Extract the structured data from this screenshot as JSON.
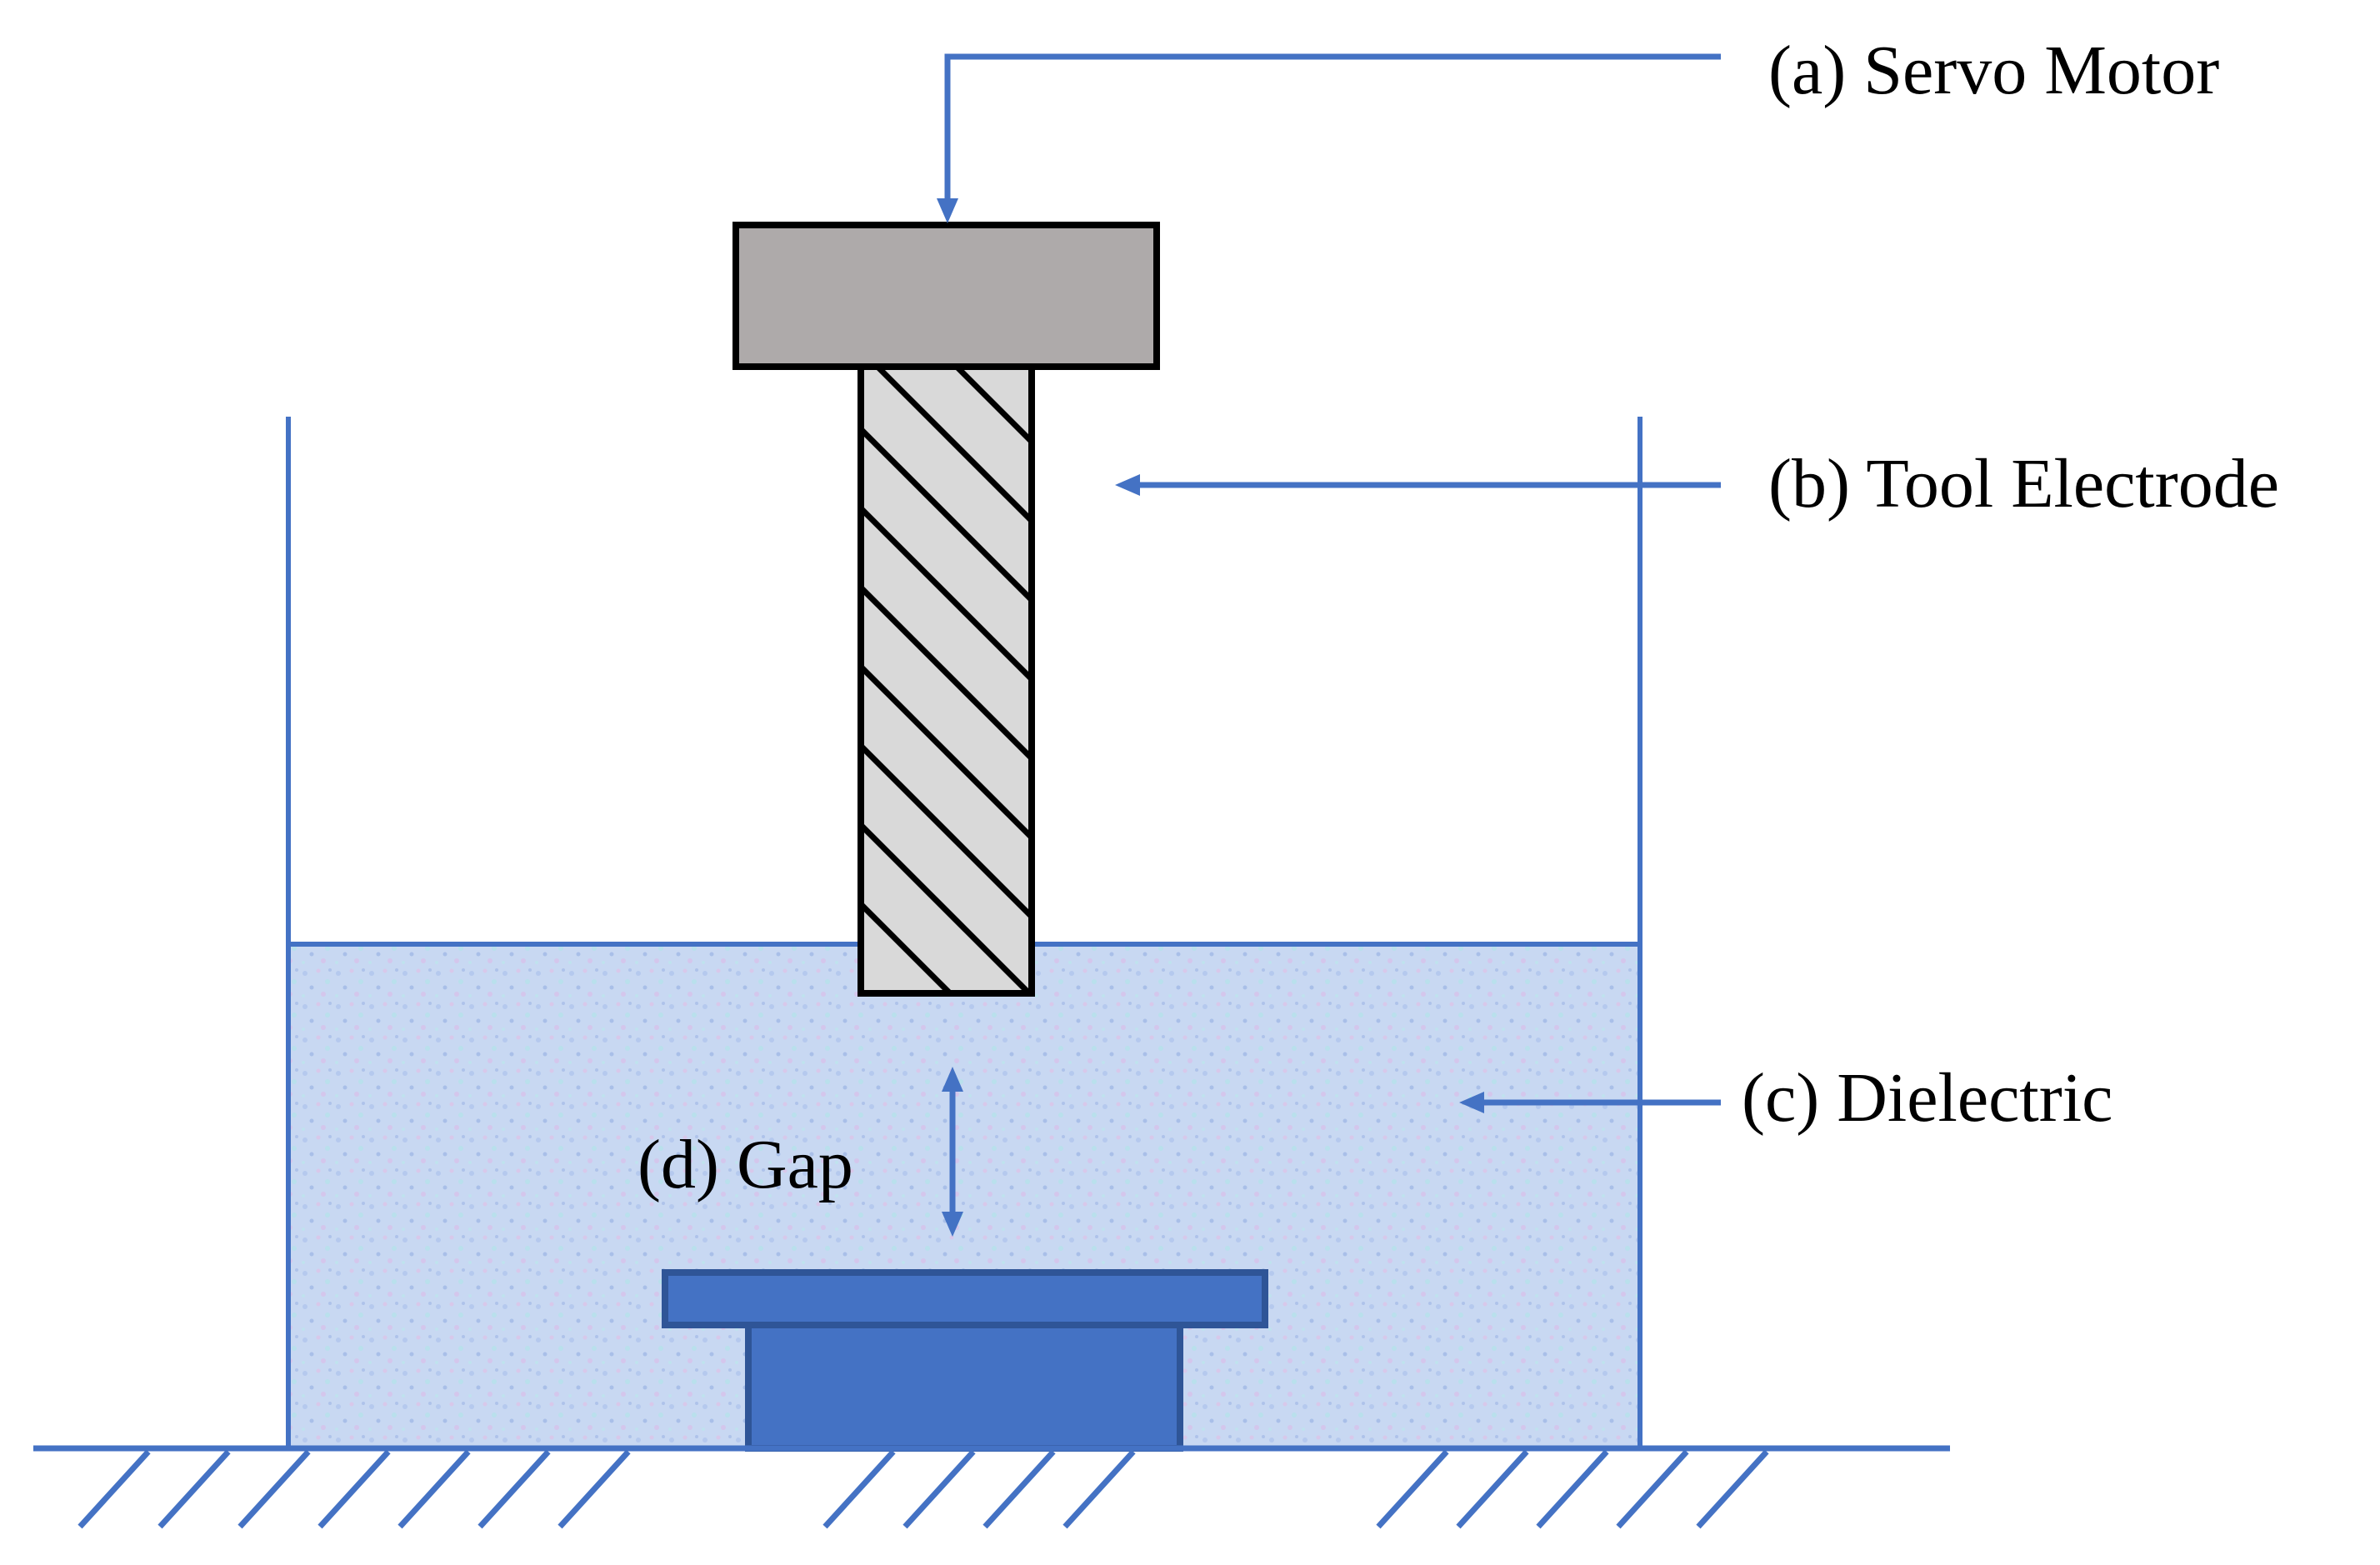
{
  "labels": {
    "servo_motor": "(a) Servo Motor",
    "tool_electrode": "(b) Tool Electrode",
    "dielectric": "(c) Dielectric",
    "gap": "(d) Gap"
  },
  "colors": {
    "line_blue": "#4472c4",
    "servo_fill": "#aeaaaa",
    "electrode_fill": "#d9d9d9",
    "dielectric_fill": "#c5d6f0",
    "workpiece_fill": "#4472c4",
    "workpiece_stroke": "#2f5597",
    "outline": "#000000"
  }
}
